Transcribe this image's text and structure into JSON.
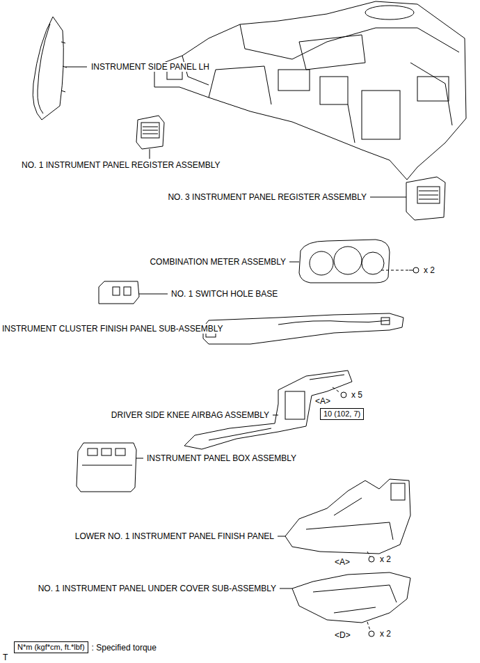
{
  "diagram": {
    "nodes": [
      {
        "text": [
          "10 (102, 7)"
        ]
      },
      {
        "text": [
          "N*m (kgf*cm, ft.*lbf)"
        ]
      }
    ],
    "labels": [
      "INSTRUMENT SIDE PANEL LH",
      "NO. 1 INSTRUMENT PANEL REGISTER ASSEMBLY",
      "NO. 3 INSTRUMENT PANEL REGISTER ASSEMBLY",
      "COMBINATION METER ASSEMBLY",
      "x 2",
      "NO. 1 SWITCH HOLE BASE",
      "INSTRUMENT CLUSTER FINISH PANEL SUB-ASSEMBLY",
      "<A>",
      "x 5",
      "DRIVER SIDE KNEE AIRBAG ASSEMBLY",
      "INSTRUMENT PANEL BOX ASSEMBLY",
      "LOWER NO. 1 INSTRUMENT PANEL FINISH PANEL",
      "<A>",
      "x 2",
      "NO. 1 INSTRUMENT PANEL UNDER COVER SUB-ASSEMBLY",
      "<D>",
      "x 2",
      ": Specified torque",
      "T"
    ]
  }
}
